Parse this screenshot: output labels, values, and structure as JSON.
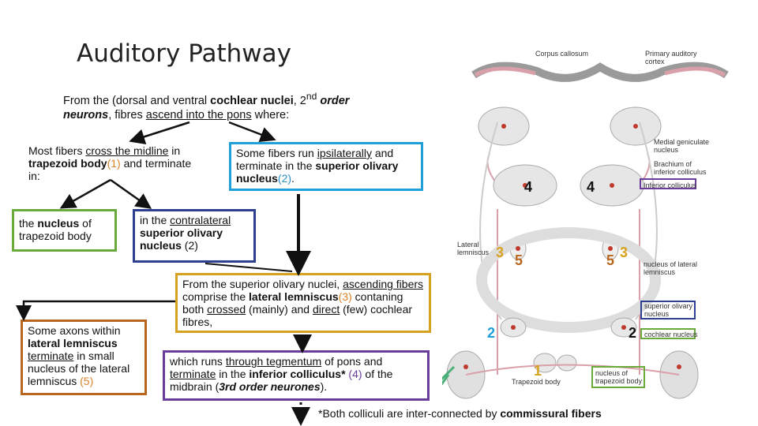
{
  "title": "Auditory Pathway",
  "intro": {
    "p1": "From the (dorsal and ventral ",
    "p2": "cochlear nuclei",
    "p3": ", 2",
    "sup": "nd",
    "p4": " order neurons",
    "p5": ", fibres ",
    "p6": "ascend into the pons",
    "p7": " where:"
  },
  "box_cross": {
    "t1": "Most fibers ",
    "t2": "cross the midline",
    "t3": " in ",
    "t4": "trapezoid body",
    "t5": "(1)",
    "t6": " and terminate in:"
  },
  "box_ipsi": {
    "t1": "Some fibers run ",
    "t2": "ipsilaterally",
    "t3": " and terminate in the ",
    "t4": "superior olivary nucleus",
    "t5": "(2)",
    "t6": "."
  },
  "box_trapezoid": {
    "t1": "the ",
    "t2": "nucleus",
    "t3": " of trapezoid body"
  },
  "box_contra": {
    "t1": "in the ",
    "t2": "contralateral",
    "t3": " superior olivary nucleus",
    "t4": " (2)"
  },
  "box_lateral": {
    "t1": "From the superior olivary nuclei, ",
    "t2": "ascending fibers",
    "t3": " comprise the ",
    "t4": "lateral lemniscus",
    "t5": "(3)",
    "t6": " contaning both ",
    "t7": "crossed",
    "t8": " (mainly) and ",
    "t9": "direct",
    "t10": " (few) cochlear fibres,"
  },
  "box_axons": {
    "t1": "Some axons within ",
    "t2": "lateral lemniscus",
    "t3": " ",
    "t4": "terminate",
    "t5": " in small nucleus of the lateral lemniscus ",
    "t6": "(5)"
  },
  "box_runs": {
    "t1": "which runs ",
    "t2": "through tegmentum",
    "t3": " of pons and ",
    "t4": "terminate",
    "t5": " in the ",
    "t6": "inferior colliculus*",
    "t7": " (4)",
    "t8": " of the midbrain (",
    "t9": "3rd order neurones",
    "t10": ")."
  },
  "footnote": {
    "t1": "*Both colliculi are inter-connected by ",
    "t2": "commissural fibers"
  },
  "diagram": {
    "labels": {
      "corpus_callosum": "Corpus callosum",
      "primary_cortex": "Primary auditory cortex",
      "mgn": "Medial geniculate nucleus",
      "brachium": "Brachium of inferior colliculus",
      "inferior_colliculus": "Inferior colliculus",
      "lateral_lemniscus": "Lateral lemniscus",
      "nucleus_ll": "nucleus of lateral lemniscus",
      "superior_olivary": "superior olivary nucleus",
      "cochlear_nucleus": "cochlear nucleus",
      "nucleus_trapezoid": "nucleus of trapezoid body",
      "trapezoid_body": "Trapezoid body"
    },
    "numbers": {
      "n4a": "4",
      "n4b": "4",
      "n3a": "3",
      "n5a": "5",
      "n5b": "5",
      "n3b": "3",
      "n2a": "2",
      "n2b": "2",
      "n1": "1"
    }
  },
  "colors": {
    "green": "#6aaa3a",
    "blue": "#1fa0d8",
    "brown": "#b8661e",
    "gold": "#d6a21f",
    "purple": "#6a3d9a",
    "navy": "#2f3f8f"
  }
}
